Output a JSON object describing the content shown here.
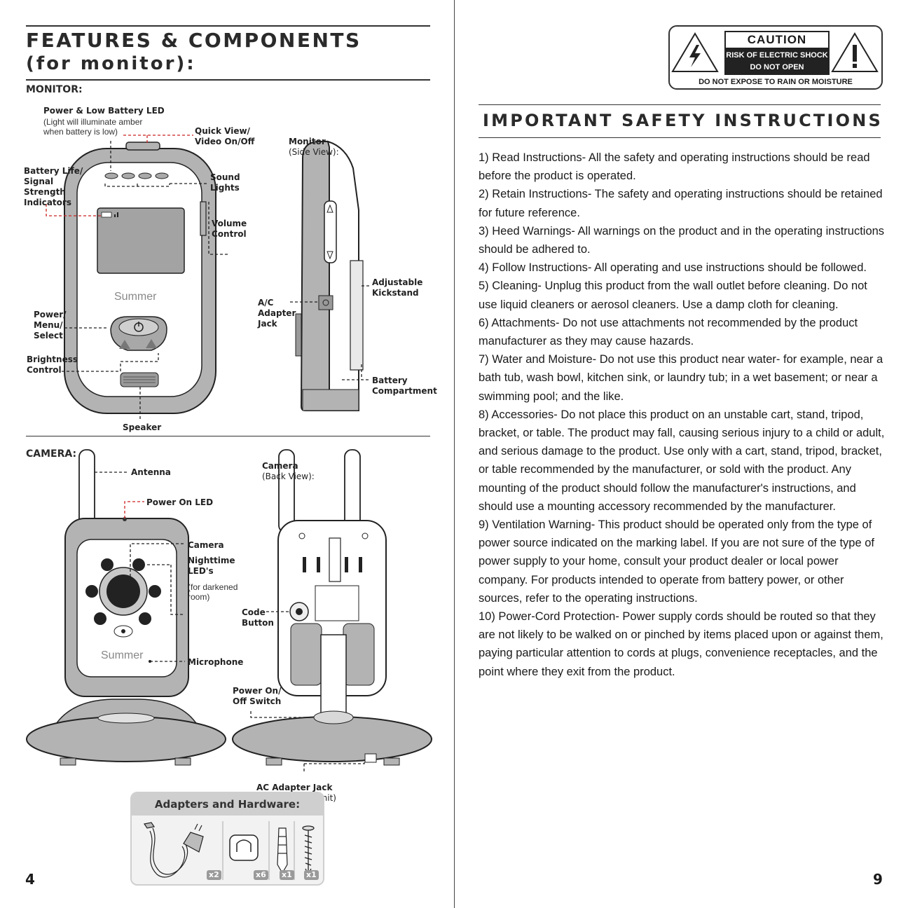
{
  "left_page": {
    "title_line1": "FEATURES & COMPONENTS",
    "title_line2": "(for monitor):",
    "monitor_heading": "MONITOR:",
    "monitor_labels": {
      "power_led": "Power & Low Battery LED",
      "power_led_note": "(Light will illuminate amber\nwhen battery is low)",
      "quick_view": "Quick View/\nVideo On/Off",
      "battery_life": "Battery Life/\nSignal\nStrength\nIndicators",
      "sound_lights": "Sound\nLights",
      "volume": "Volume\nControl",
      "power_menu": "Power/\nMenu/\nSelect",
      "brightness": "Brightness\nControl",
      "speaker": "Speaker",
      "brand": "Summer"
    },
    "monitor_side": {
      "title": "Monitor",
      "subtitle": "(Side View):",
      "kickstand": "Adjustable\nKickstand",
      "ac_jack": "A/C\nAdapter\nJack",
      "battery": "Battery\nCompartment"
    },
    "camera_heading": "CAMERA:",
    "camera_labels": {
      "antenna": "Antenna",
      "power_on_led": "Power On LED",
      "camera": "Camera",
      "nighttime": "Nighttime\nLED's",
      "nighttime_note": "(for darkened\nroom)",
      "microphone": "Microphone",
      "brand": "Summer"
    },
    "camera_back": {
      "title": "Camera",
      "subtitle": "(Back View):",
      "code_button": "Code\nButton",
      "power_switch": "Power On/\nOff Switch",
      "ac_jack": "AC Adapter Jack",
      "ac_jack_note": "(on bottom of unit)"
    },
    "hardware": {
      "heading": "Adapters and Hardware:",
      "quantities": [
        "x2",
        "x6",
        "x1",
        "x1"
      ]
    },
    "page_number": "4"
  },
  "right_page": {
    "caution": {
      "title": "CAUTION",
      "line1": "RISK OF ELECTRIC SHOCK",
      "line2": "DO NOT OPEN",
      "bottom": "DO NOT EXPOSE TO RAIN OR MOISTURE"
    },
    "safety_title": "IMPORTANT SAFETY INSTRUCTIONS",
    "instructions": [
      "1) Read Instructions- All the safety and operating instructions should be read before the product is operated.",
      "2) Retain Instructions- The safety and operating instructions should be retained for future reference.",
      "3) Heed Warnings- All warnings on the product and in the operating instructions should be adhered to.",
      "4) Follow Instructions- All operating and use instructions should be followed.",
      "5) Cleaning- Unplug this product from the wall outlet before cleaning. Do not use liquid cleaners or aerosol cleaners. Use a damp cloth for cleaning.",
      "6) Attachments- Do not use attachments not recommended by the product manufacturer as they may cause hazards.",
      "7) Water and Moisture- Do not use this product near water- for example, near a bath tub, wash bowl, kitchen sink, or laundry tub; in a wet basement; or near a swimming pool; and the like.",
      "8) Accessories- Do not place this product on an unstable cart, stand, tripod, bracket, or table. The product may fall, causing serious injury to a child or adult, and serious damage to the product. Use only with a cart, stand, tripod, bracket, or table recommended by the manufacturer, or sold with the product. Any mounting of the product should follow the manufacturer's instructions, and should use a mounting accessory recommended by the manufacturer.",
      "9) Ventilation Warning- This product should be operated only from the type of power source indicated on the marking label. If you are not sure of the type of power supply to your home, consult your product dealer or local power company. For products intended to operate from battery power, or other sources, refer to the operating instructions.",
      "10) Power-Cord Protection- Power supply cords should be routed so that they are not likely to be walked on or pinched by items placed upon or against them, paying particular attention to cords at plugs, convenience receptacles, and the point where they exit from the product."
    ],
    "page_number": "9"
  }
}
